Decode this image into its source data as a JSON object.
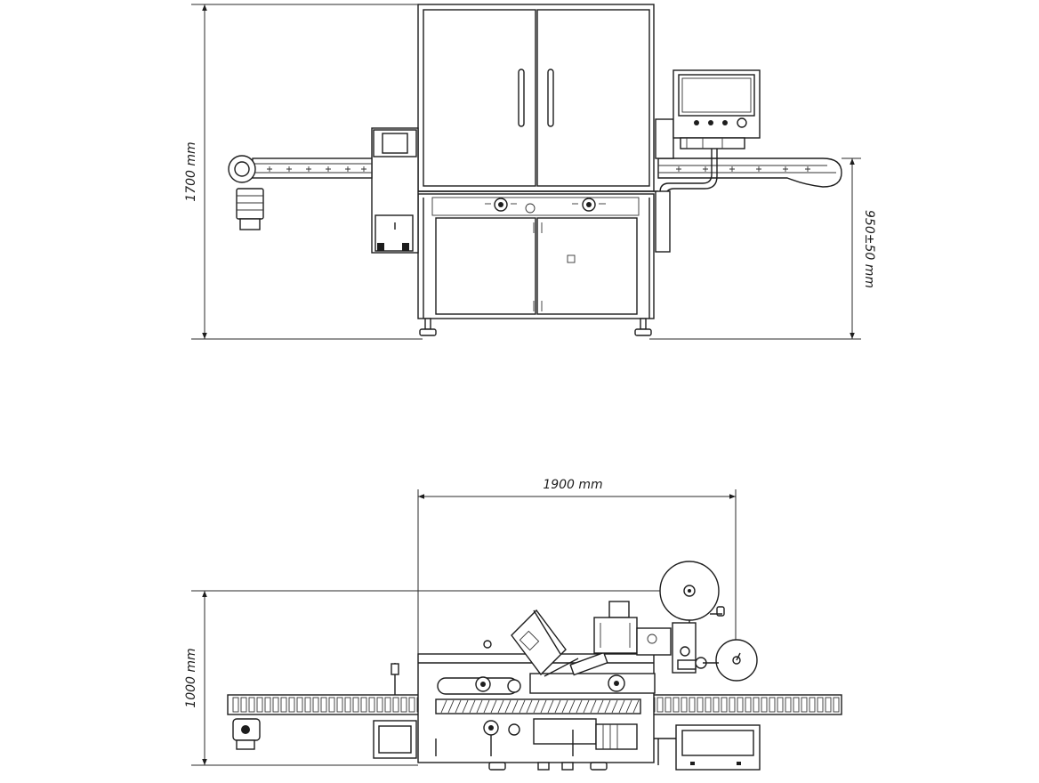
{
  "dimensions": {
    "front_height": "1700 mm",
    "front_conveyor_height": "950±50 mm",
    "side_length": "1900 mm",
    "side_height": "1000 mm"
  },
  "colors": {
    "line": "#1d1d1d",
    "background": "#ffffff"
  }
}
